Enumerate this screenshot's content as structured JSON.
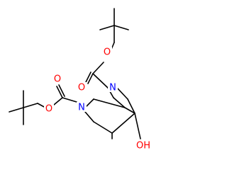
{
  "molecule": {
    "atoms": {
      "o_top_carbonyl": "O",
      "o_top_ester": "O",
      "n_top": "N",
      "o_left_carbonyl": "O",
      "o_left_ester": "O",
      "n_left": "N",
      "hydroxyl": "OH"
    },
    "colors": {
      "bond": "#000000",
      "oxygen": "#ff0000",
      "nitrogen": "#0000ff",
      "background": "#ffffff"
    }
  }
}
